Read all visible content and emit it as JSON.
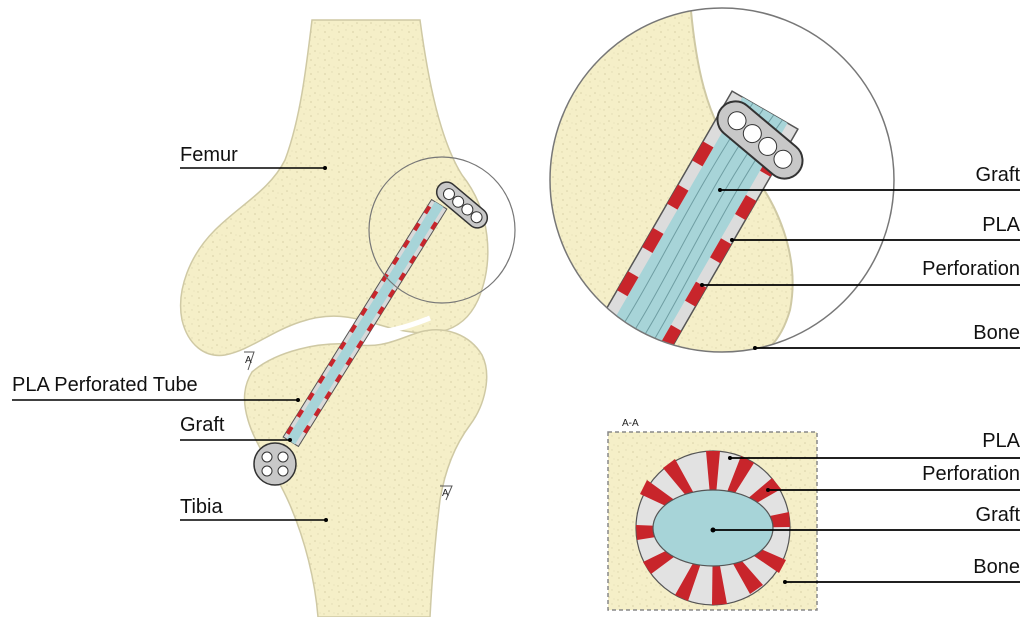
{
  "labels": {
    "femur": "Femur",
    "pla_perforated_tube": "PLA Perforated Tube",
    "graft_left": "Graft",
    "tibia": "Tibia",
    "detail_graft": "Graft",
    "detail_pla": "PLA",
    "detail_perforation": "Perforation",
    "detail_bone": "Bone",
    "section_title": "A-A",
    "section_pla": "PLA",
    "section_perforation": "Perforation",
    "section_graft": "Graft",
    "section_bone": "Bone",
    "section_mark": "A"
  },
  "colors": {
    "bone": "#f5efc8",
    "bone_outline": "#cfc9a4",
    "tube_white": "#d9d9d9",
    "perforation_red": "#c8252b",
    "graft": "#a7d4d8",
    "leader": "#000000"
  }
}
